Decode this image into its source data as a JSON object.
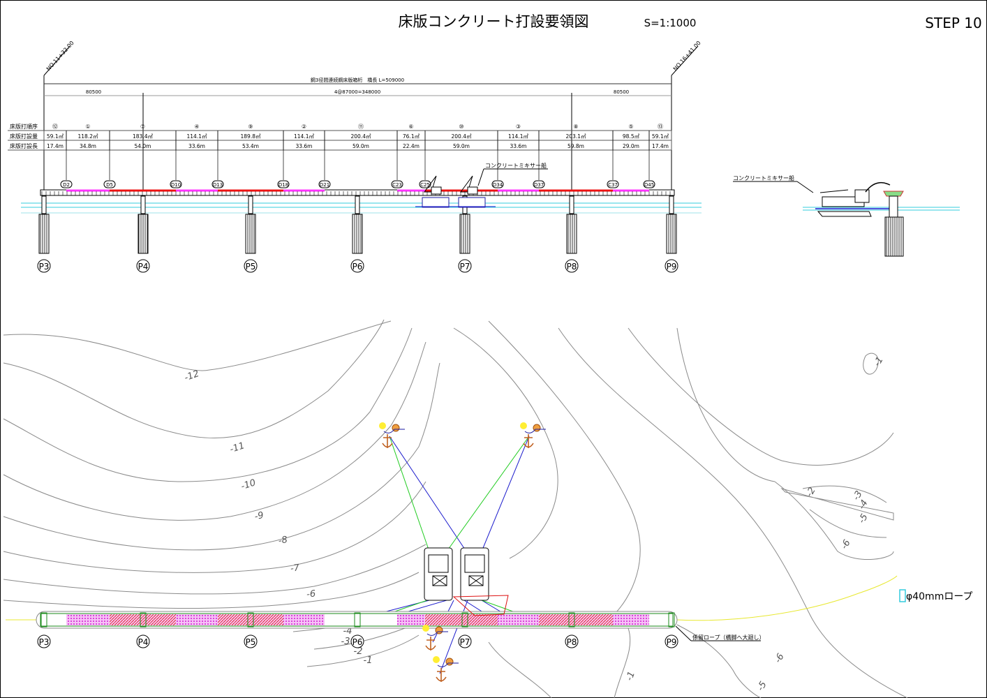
{
  "title": "床版コンクリート打設要領図",
  "scale": "S=1:1000",
  "step": "STEP 10",
  "stations": {
    "start": "NO.11+32.00",
    "end": "NO.16+41.00"
  },
  "bridge_dimension": "鋼3径間連続鋼床版箱桁　橋長 L=509000",
  "span_dimensions": [
    "80500",
    "4@87000=348000",
    "80500"
  ],
  "table": {
    "row_labels": [
      "床版打順序",
      "床版打設量",
      "床版打設長"
    ],
    "segments": [
      {
        "order": "⑫",
        "volume": "59.1㎡",
        "length": "17.4m",
        "state": "pending"
      },
      {
        "order": "①",
        "volume": "118.2㎡",
        "length": "34.8m",
        "state": "pink"
      },
      {
        "order": "⑦",
        "volume": "183.4㎡",
        "length": "54.0m",
        "state": "red"
      },
      {
        "order": "④",
        "volume": "114.1㎡",
        "length": "33.6m",
        "state": "pink"
      },
      {
        "order": "⑨",
        "volume": "189.8㎡",
        "length": "53.4m",
        "state": "red"
      },
      {
        "order": "②",
        "volume": "114.1㎡",
        "length": "33.6m",
        "state": "pink"
      },
      {
        "order": "⑪",
        "volume": "200.4㎡",
        "length": "59.0m",
        "state": "pending"
      },
      {
        "order": "⑥",
        "volume": "76.1㎡",
        "length": "22.4m",
        "state": "pink"
      },
      {
        "order": "⑩",
        "volume": "200.4㎡",
        "length": "59.0m",
        "state": "red"
      },
      {
        "order": "③",
        "volume": "114.1㎡",
        "length": "33.6m",
        "state": "pink"
      },
      {
        "order": "⑧",
        "volume": "203.1㎡",
        "length": "59.8m",
        "state": "red"
      },
      {
        "order": "⑤",
        "volume": "98.5㎡",
        "length": "29.0m",
        "state": "pink"
      },
      {
        "order": "⑬",
        "volume": "59.1㎡",
        "length": "17.4m",
        "state": "pending"
      }
    ]
  },
  "joint_labels": [
    "D2",
    "D5",
    "D10",
    "D13",
    "D18",
    "D21",
    "C23",
    "C25",
    "D34",
    "D37",
    "C37",
    "D45"
  ],
  "piers": [
    "P3",
    "P4",
    "P5",
    "P6",
    "P7",
    "P8",
    "P9"
  ],
  "mixer_ship_label": "コンクリートミキサー船",
  "mixer_ship_label_detail": "コンクリートミキサー船",
  "mooring_rope_label": "係留ロープ（橋脚へ大廻し）",
  "legend_rope": "φ40mmロープ",
  "contour_labels": [
    "-12",
    "-11",
    "-10",
    "-9",
    "-8",
    "-7",
    "-6",
    "-5",
    "-4",
    "-3",
    "-2",
    "-1",
    "-1",
    "-1",
    "-2",
    "-3",
    "-4",
    "-5",
    "-6",
    "-5",
    "-6"
  ],
  "colors": {
    "poured_a": "#ff33ff",
    "poured_b": "#ee1111",
    "water": "#33ccdd",
    "ship": "#1a1aa0",
    "anchor": "#c06020",
    "rope_green": "#22cc22",
    "rope_blue": "#1a1acc",
    "rope_yellow": "#e8e830"
  }
}
